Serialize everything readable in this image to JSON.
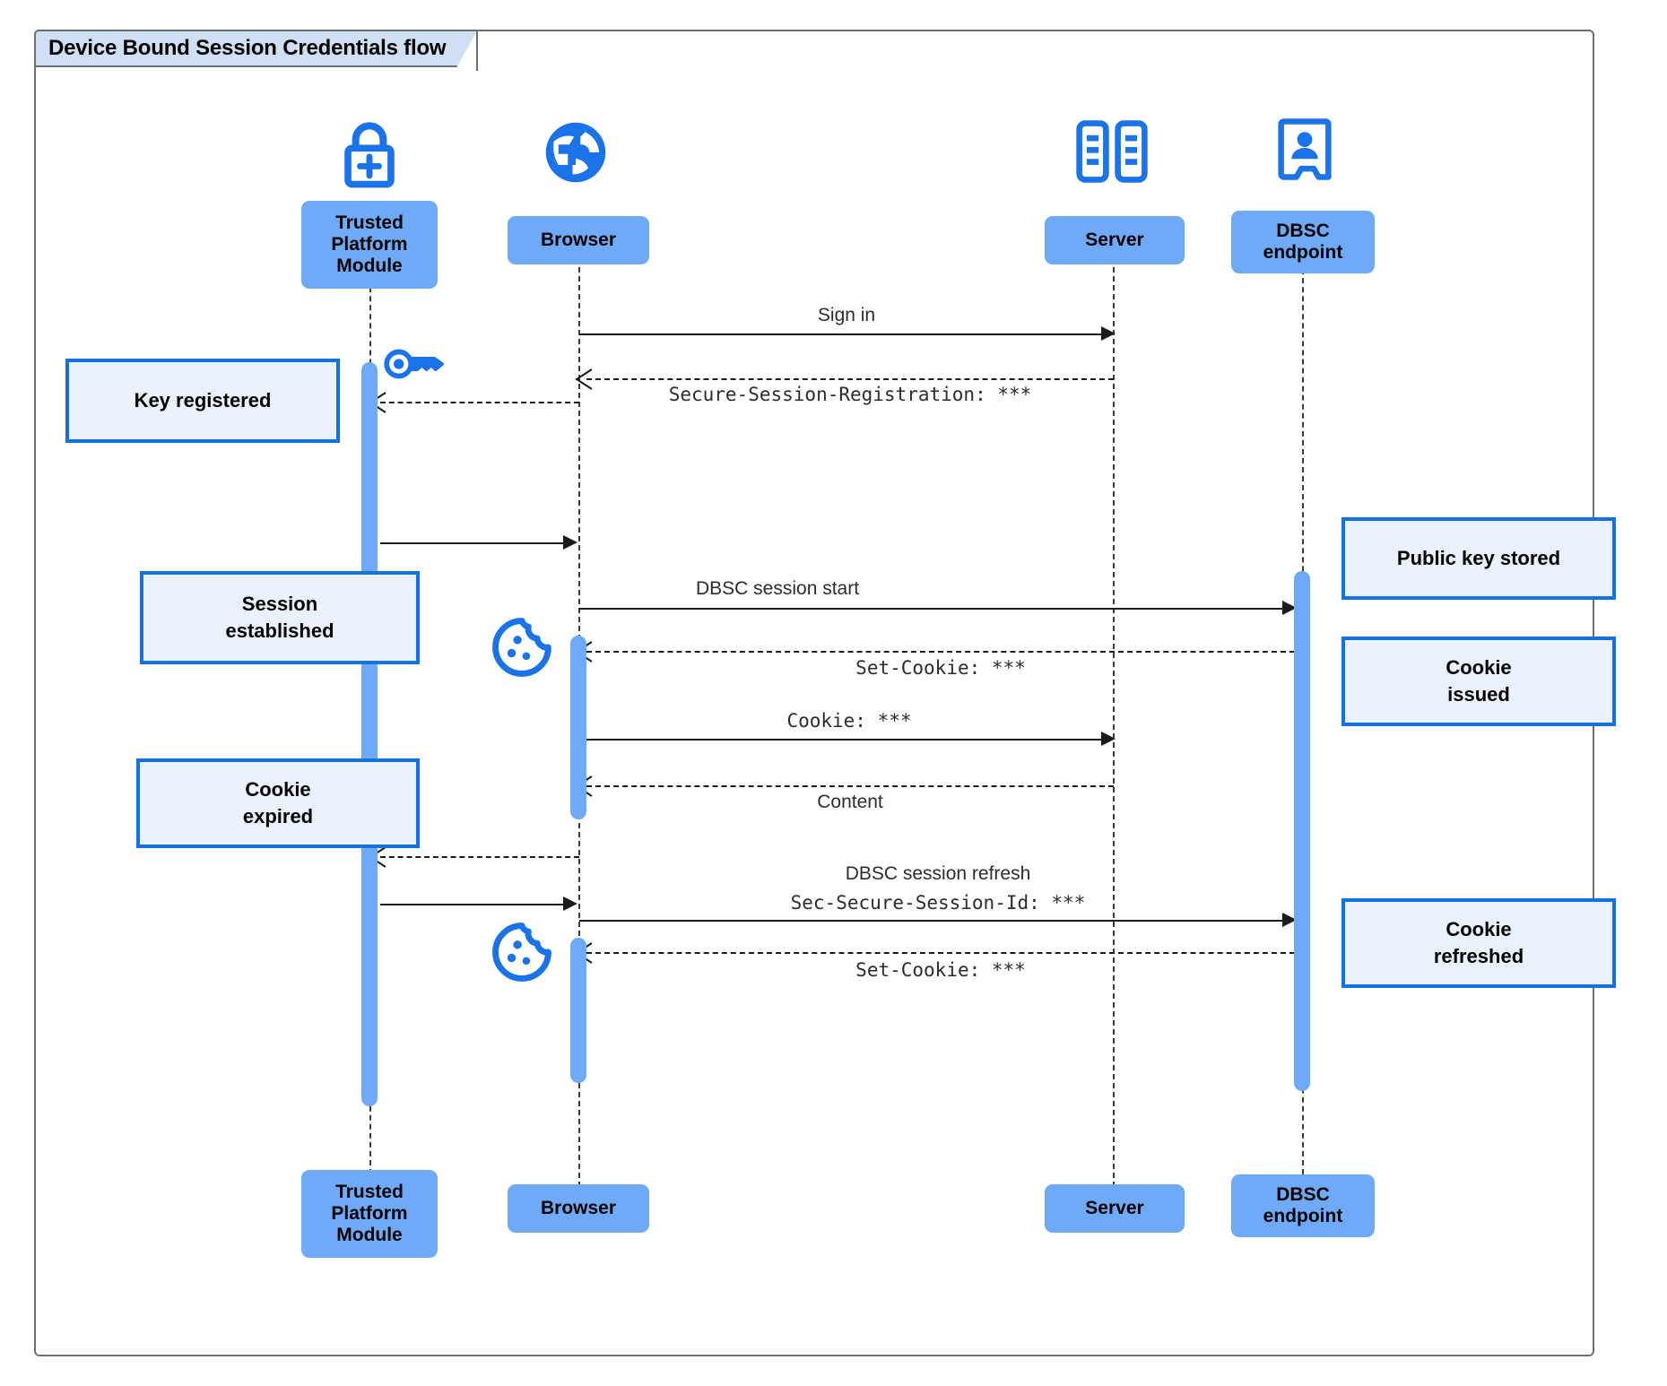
{
  "diagram": {
    "title": "Device Bound Session Credentials flow",
    "type": "sequence-diagram",
    "colors": {
      "participant_fill": "#6FAAF9",
      "note_fill": "#EAF2FD",
      "note_border": "#1372E0",
      "icon_blue": "#1A73E8",
      "frame_border": "#6E6E6E",
      "frame_tab_fill": "#CFE0F5",
      "line": "#1B1B1B"
    }
  },
  "participants": [
    {
      "id": "tpm",
      "label": "Trusted Platform Module",
      "icon": "lock-plus-icon"
    },
    {
      "id": "browser",
      "label": "Browser",
      "icon": "globe-icon"
    },
    {
      "id": "server",
      "label": "Server",
      "icon": "server-rack-icon"
    },
    {
      "id": "dbsc",
      "label": "DBSC endpoint",
      "icon": "id-badge-icon"
    }
  ],
  "messages": [
    {
      "id": "m1",
      "from": "browser",
      "to": "server",
      "style": "solid",
      "lines": [
        {
          "text": "Sign in",
          "font": "sans"
        }
      ]
    },
    {
      "id": "m2",
      "from": "server",
      "to": "browser",
      "style": "dashed",
      "lines": [
        {
          "text": "Secure-Session-Registration: ***",
          "font": "mono"
        }
      ]
    },
    {
      "id": "m3",
      "from": "browser",
      "to": "tpm",
      "style": "dashed",
      "lines": []
    },
    {
      "id": "m4",
      "from": "tpm",
      "to": "browser",
      "style": "solid",
      "lines": []
    },
    {
      "id": "m5",
      "from": "browser",
      "to": "dbsc",
      "style": "solid",
      "lines": [
        {
          "text": "DBSC session start",
          "font": "sans"
        }
      ]
    },
    {
      "id": "m6",
      "from": "dbsc",
      "to": "browser",
      "style": "dashed",
      "lines": [
        {
          "text": "Set-Cookie: ***",
          "font": "mono"
        }
      ]
    },
    {
      "id": "m7",
      "from": "browser",
      "to": "server",
      "style": "solid",
      "lines": [
        {
          "text": "Cookie: ***",
          "font": "mono"
        }
      ]
    },
    {
      "id": "m8",
      "from": "server",
      "to": "browser",
      "style": "dashed",
      "lines": [
        {
          "text": "Content",
          "font": "sans"
        }
      ]
    },
    {
      "id": "m9",
      "from": "browser",
      "to": "tpm",
      "style": "dashed",
      "lines": []
    },
    {
      "id": "m10",
      "from": "tpm",
      "to": "browser",
      "style": "solid",
      "lines": []
    },
    {
      "id": "m11",
      "from": "browser",
      "to": "dbsc",
      "style": "solid",
      "lines": [
        {
          "text": "DBSC session refresh",
          "font": "sans"
        },
        {
          "text": "Sec-Secure-Session-Id: ***",
          "font": "mono"
        }
      ]
    },
    {
      "id": "m12",
      "from": "dbsc",
      "to": "browser",
      "style": "dashed",
      "lines": [
        {
          "text": "Set-Cookie: ***",
          "font": "mono"
        }
      ]
    }
  ],
  "notes": [
    {
      "id": "n1",
      "text": "Key registered",
      "attached_to": "tpm",
      "side": "left"
    },
    {
      "id": "n2",
      "text": "Session established",
      "attached_to": "tpm",
      "side": "left"
    },
    {
      "id": "n3",
      "text": "Cookie expired",
      "attached_to": "tpm",
      "side": "left"
    },
    {
      "id": "n4",
      "text": "Public key stored",
      "attached_to": "dbsc",
      "side": "right"
    },
    {
      "id": "n5",
      "text": "Cookie issued",
      "attached_to": "dbsc",
      "side": "right"
    },
    {
      "id": "n6",
      "text": "Cookie refreshed",
      "attached_to": "dbsc",
      "side": "right"
    }
  ],
  "inline_icons": [
    {
      "id": "i1",
      "name": "key-icon",
      "near": "tpm"
    },
    {
      "id": "i2",
      "name": "cookie-icon",
      "near": "browser"
    },
    {
      "id": "i3",
      "name": "cookie-icon",
      "near": "browser"
    }
  ]
}
